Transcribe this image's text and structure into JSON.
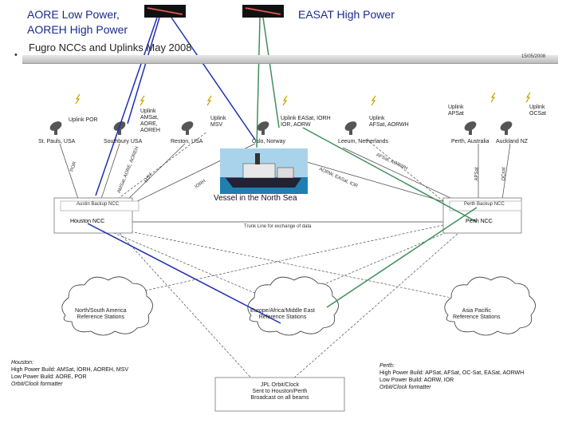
{
  "captions": {
    "aore": "AORE Low Power,",
    "aoreh": "AOREH High Power",
    "easat": "EASAT High Power",
    "vessel": "Vessel in the North Sea"
  },
  "slide": {
    "title": "Fugro NCCs and Uplinks May 2008",
    "date": "15/05/2008",
    "bullet": "•"
  },
  "uplinks": [
    {
      "label": "Uplink POR",
      "site": "St. Pauls, USA"
    },
    {
      "label": "Uplink\nAMSat,\nAORE,\nAOREH",
      "site": "Southbury USA"
    },
    {
      "label": "Uplink\nMSV",
      "site": "Reston, USA"
    },
    {
      "label": "Uplink EASat, IORH\nIOR, AORW",
      "site": "Oslo, Norway"
    },
    {
      "label": "Uplink\nAFSat, AORWH",
      "site": "Leeum, Netherlands"
    },
    {
      "label": "Uplink\nAPSat",
      "site": "Perth, Australia"
    },
    {
      "label": "Uplink\nOCSat",
      "site": "Auckland NZ"
    }
  ],
  "link_labels": {
    "por": "POR",
    "amsat": "AMSat, AORE, AOREH",
    "msv": "MSV",
    "iorh": "IORH",
    "aorw": "AORW, EASat, IOR",
    "afsat": "AFSat, AORWH",
    "apsat": "APSat",
    "ocsat": "OCsat"
  },
  "ncc": {
    "houston": "Houston NCC",
    "houston_backup": "Austin Backup NCC",
    "perth": "Perth NCC",
    "perth_backup": "Perth Backup NCC",
    "trunk": "Trunk Line for exchange of data"
  },
  "reference": {
    "america": "North/South America\nReference Stations",
    "europe": "Europe/Africa/Middle East\nReference Stations",
    "asia": "Asia Pacific\nReference Stations"
  },
  "jpl": "JPL Orbit/Clock\nSent to Houston/Perth\nBroadcast on all beams",
  "notes": {
    "houston": [
      "Houston:",
      "High Power Build: AMSat, IORH, AOREH, MSV",
      "Low Power Build: AORE, POR",
      "Orbit/Clock formatter"
    ],
    "perth": [
      "Perth:",
      "High Power Build: APSat, AFSat, OC-Sat, EASat, AORWH",
      "Low Power Build: AORW, IOR",
      "Orbit/Clock formatter"
    ]
  },
  "colors": {
    "blue_link": "#1f2fb0",
    "green_link": "#3e8f5e",
    "caption": "#1a2a8c"
  }
}
